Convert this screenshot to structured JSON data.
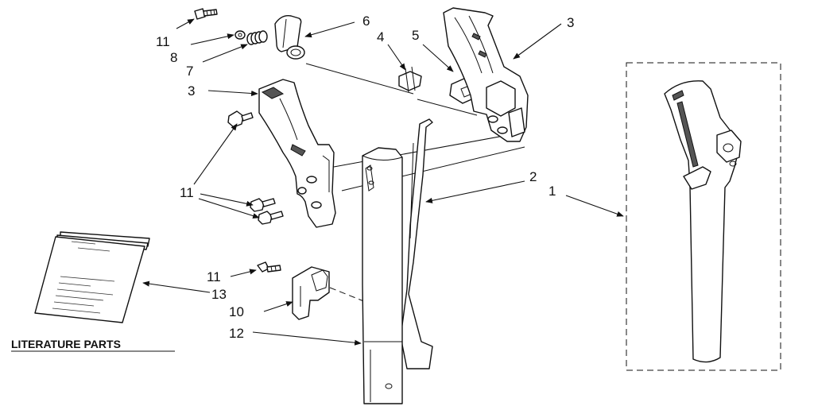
{
  "labels": {
    "c1": "1",
    "c2": "2",
    "c3a": "3",
    "c3b": "3",
    "c4": "4",
    "c5": "5",
    "c6": "6",
    "c7": "7",
    "c8": "8",
    "c10": "10",
    "c11a": "11",
    "c11b": "11",
    "c11c": "11",
    "c12": "12",
    "c13": "13"
  },
  "literature_title": "LITERATURE PARTS"
}
